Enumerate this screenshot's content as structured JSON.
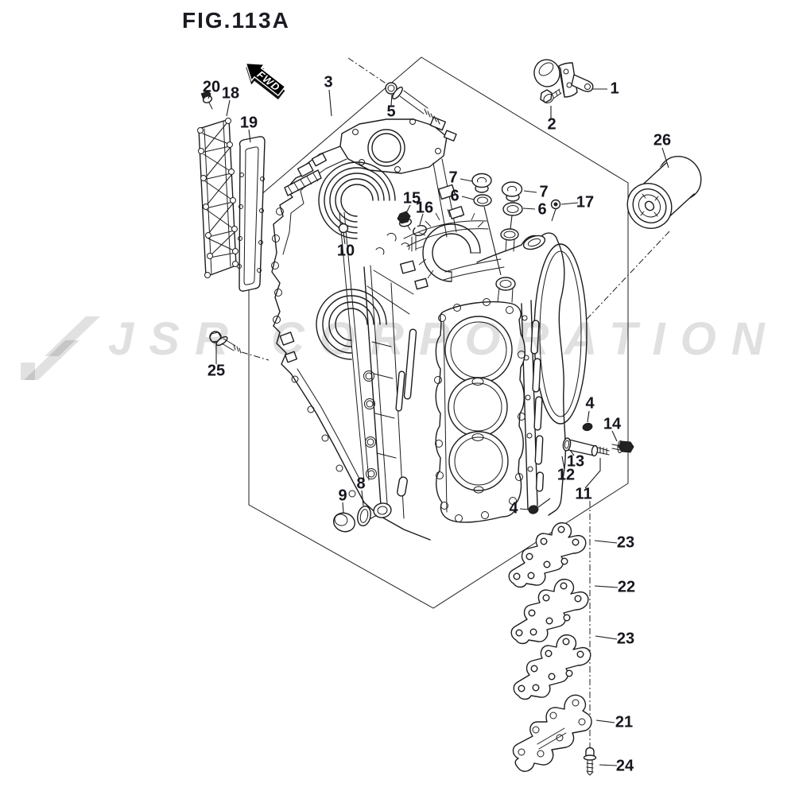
{
  "figure": {
    "title": "FIG.113A",
    "fwd_label": "FWD"
  },
  "watermark": {
    "text": "JSR CORPORATION"
  },
  "colors": {
    "line": "#1c1c1c",
    "label": "#15151d",
    "watermark_gray": "#e2e2e2"
  },
  "callouts": [
    {
      "text": "20"
    },
    {
      "text": "18"
    },
    {
      "text": "19"
    },
    {
      "text": "3"
    },
    {
      "text": "5"
    },
    {
      "text": "1"
    },
    {
      "text": "2"
    },
    {
      "text": "26"
    },
    {
      "text": "7"
    },
    {
      "text": "6"
    },
    {
      "text": "7"
    },
    {
      "text": "6"
    },
    {
      "text": "17"
    },
    {
      "text": "15"
    },
    {
      "text": "16"
    },
    {
      "text": "10"
    },
    {
      "text": "25"
    },
    {
      "text": "8"
    },
    {
      "text": "9"
    },
    {
      "text": "4"
    },
    {
      "text": "14"
    },
    {
      "text": "13"
    },
    {
      "text": "12"
    },
    {
      "text": "11"
    },
    {
      "text": "4"
    },
    {
      "text": "23"
    },
    {
      "text": "22"
    },
    {
      "text": "23"
    },
    {
      "text": "21"
    },
    {
      "text": "24"
    }
  ]
}
